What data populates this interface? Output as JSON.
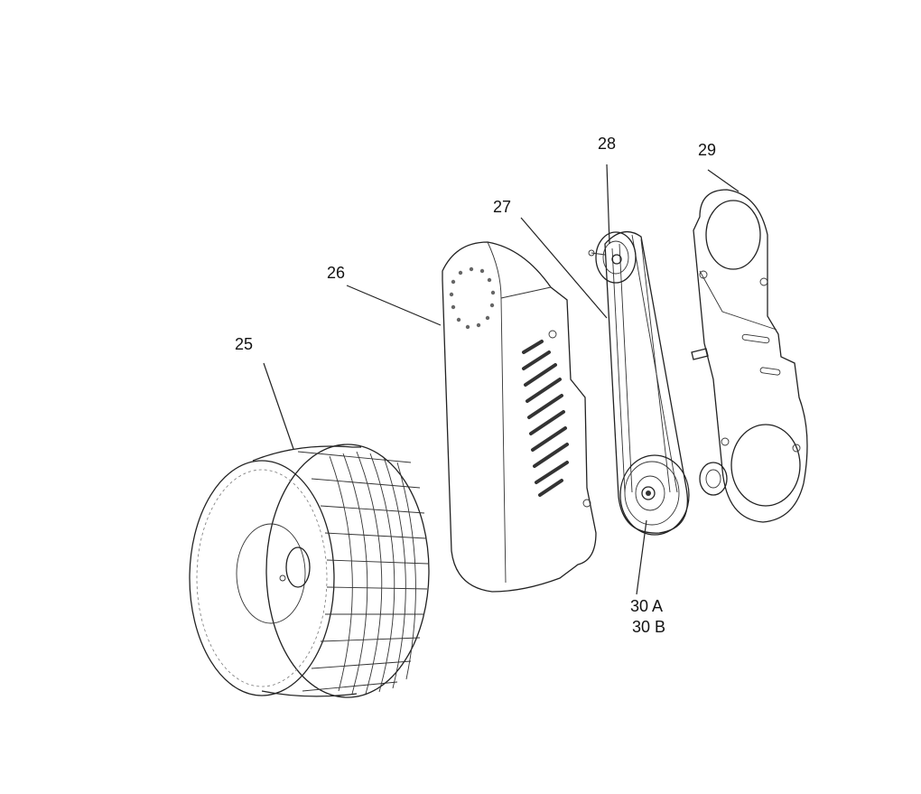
{
  "diagram": {
    "callouts": [
      {
        "id": "25",
        "text": "25"
      },
      {
        "id": "26",
        "text": "26"
      },
      {
        "id": "27",
        "text": "27"
      },
      {
        "id": "28",
        "text": "28"
      },
      {
        "id": "29",
        "text": "29"
      },
      {
        "id": "30a",
        "text": "30 A"
      },
      {
        "id": "30b",
        "text": "30 B"
      }
    ],
    "colors": {
      "line": "#222222",
      "background": "#ffffff"
    }
  }
}
